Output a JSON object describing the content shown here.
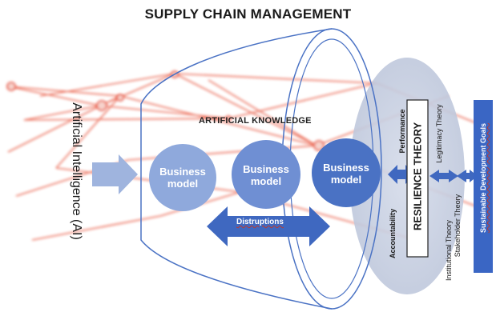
{
  "title": "SUPPLY CHAIN MANAGEMENT",
  "ai_label": "Artificial Intelligence (AI)",
  "artificial_knowledge": "ARTIFICIAL KNOWLEDGE",
  "business_models": [
    {
      "line1": "Business",
      "line2": "model"
    },
    {
      "line1": "Business",
      "line2": "model"
    },
    {
      "line1": "Business",
      "line2": "model"
    }
  ],
  "distruptions": "Distruptions",
  "resilience": {
    "box": "RESILIENCE THEORY",
    "performance": "Performance",
    "accountability": "Accountability",
    "legitimacy": "Legitimacy Theory",
    "stakeholder": "Stakeholder Theory",
    "institutional": "Institutional Theory"
  },
  "sdg": "Sustainable Development Goals",
  "colors": {
    "network": "#e8553d",
    "circle_light": "#8fa9dc",
    "circle_mid": "#6f8fd3",
    "circle_dark": "#4a72c4",
    "arrow": "#3f68c0",
    "ellipse": "#c9d2e6",
    "sdg_box": "#3a66c4"
  }
}
